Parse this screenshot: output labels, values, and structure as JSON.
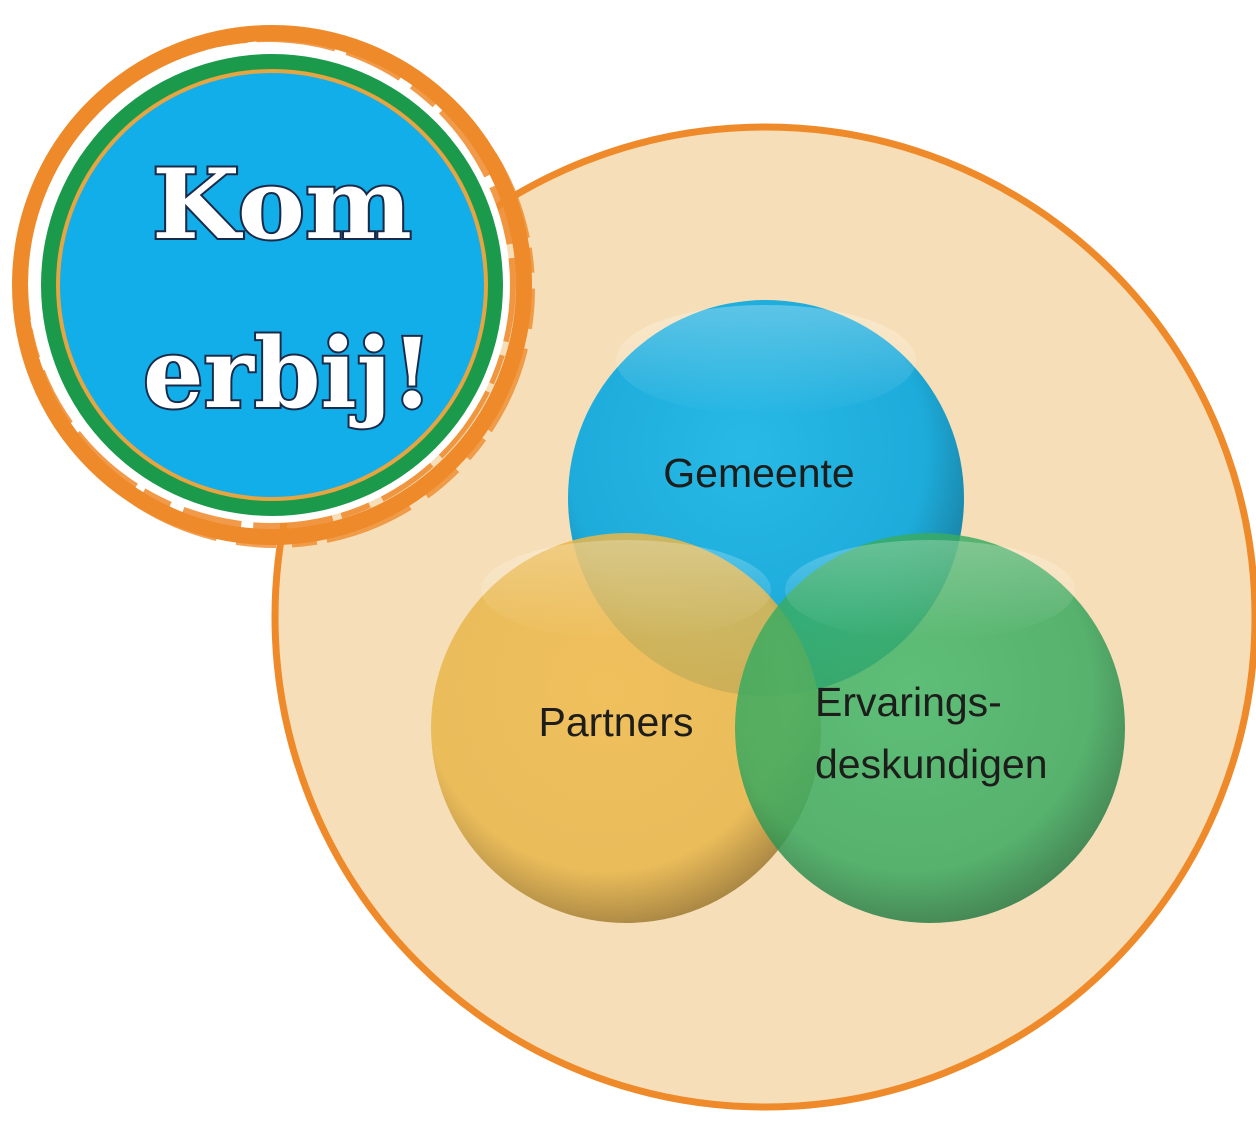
{
  "badge": {
    "line1": "Kom",
    "line2": "erbij!"
  },
  "venn": {
    "circles": [
      {
        "label": "Gemeente"
      },
      {
        "label": "Partners"
      },
      {
        "label_line1": "Ervarings-",
        "label_line2": "deskundigen"
      }
    ]
  },
  "colors": {
    "outer_fill": "#f6dfb8",
    "outer_stroke": "#ef8a2a",
    "gemeente": "#1cb0e0",
    "partners": "#ebb94d",
    "ervaring": "#3db56a",
    "badge_blue": "#12aeea",
    "badge_green": "#1c9a4c",
    "badge_orange": "#ef8a2a"
  }
}
